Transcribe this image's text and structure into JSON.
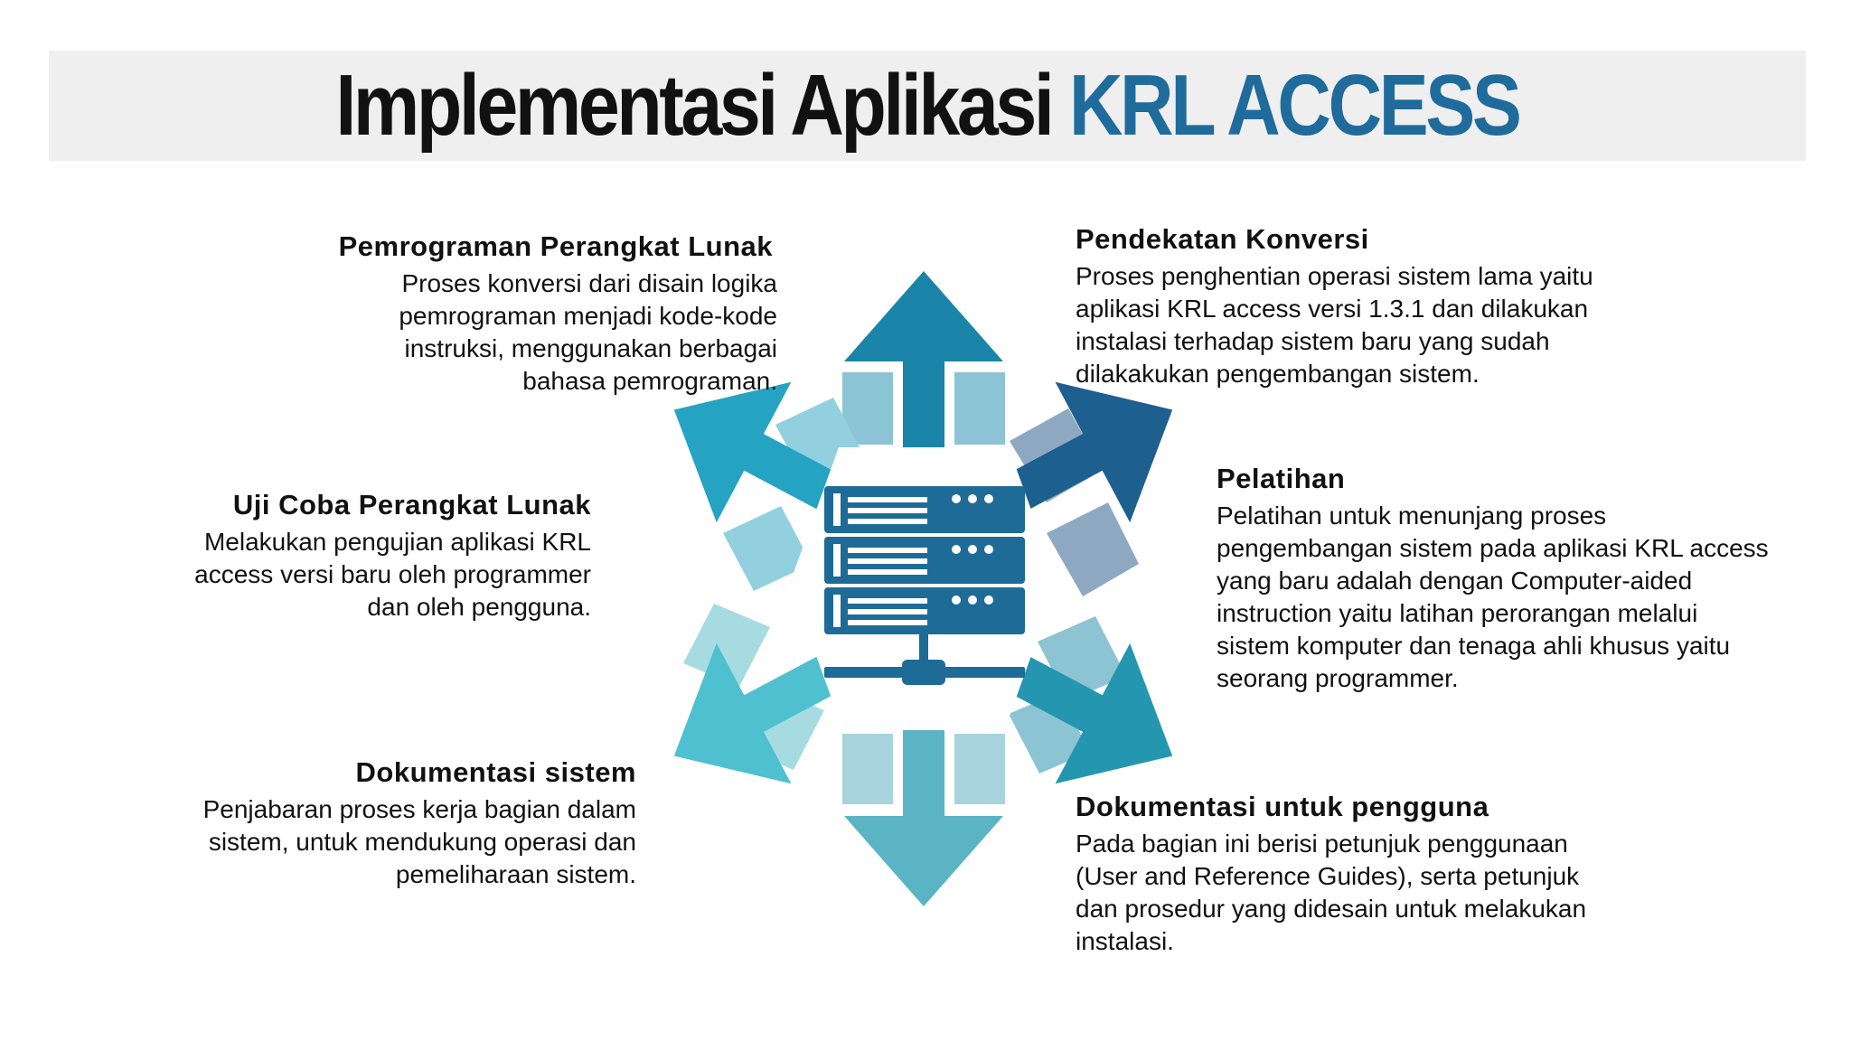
{
  "title": {
    "main": "Implementasi Aplikasi",
    "accent": "KRL ACCESS"
  },
  "colors": {
    "title_accent": "#1f6b9c",
    "arrow_top": "#1a85a8",
    "arrow_top_right": "#1d5f8e",
    "arrow_bottom_right": "#2596b0",
    "arrow_bottom": "#5bb4c4",
    "arrow_bottom_left": "#4fc0cf",
    "arrow_top_left": "#25a3c3",
    "server": "#1e6b97"
  },
  "icons": {
    "center": "server-rack-icon"
  },
  "steps": [
    {
      "id": "pemrograman",
      "heading": "Pemrograman Perangkat Lunak",
      "lines": [
        "Proses konversi dari disain logika",
        "pemrograman menjadi kode-kode",
        "instruksi, menggunakan berbagai",
        "bahasa pemrograman."
      ]
    },
    {
      "id": "uji-coba",
      "heading": "Uji Coba Perangkat Lunak",
      "lines": [
        "Melakukan pengujian aplikasi KRL",
        "access versi baru oleh programmer",
        "dan oleh pengguna."
      ]
    },
    {
      "id": "dokumentasi-sistem",
      "heading": "Dokumentasi sistem",
      "lines": [
        "Penjabaran proses kerja bagian dalam",
        "sistem, untuk mendukung operasi dan",
        "pemeliharaan sistem."
      ]
    },
    {
      "id": "pendekatan-konversi",
      "heading": "Pendekatan Konversi",
      "lines": [
        "Proses penghentian operasi sistem lama yaitu",
        "aplikasi KRL access versi 1.3.1 dan dilakukan",
        "instalasi terhadap sistem baru yang sudah",
        "dilakakukan pengembangan sistem."
      ]
    },
    {
      "id": "pelatihan",
      "heading": "Pelatihan",
      "lines": [
        "Pelatihan untuk menunjang proses",
        "pengembangan sistem pada aplikasi KRL access",
        "yang baru  adalah dengan Computer-aided",
        "instruction yaitu latihan perorangan melalui",
        "sistem komputer dan tenaga ahli khusus yaitu",
        "seorang programmer."
      ]
    },
    {
      "id": "dokumentasi-pengguna",
      "heading": "Dokumentasi untuk pengguna",
      "lines": [
        "Pada bagian ini berisi petunjuk penggunaan",
        "(User and Reference Guides), serta petunjuk",
        "dan prosedur yang didesain untuk melakukan",
        "instalasi."
      ]
    }
  ]
}
